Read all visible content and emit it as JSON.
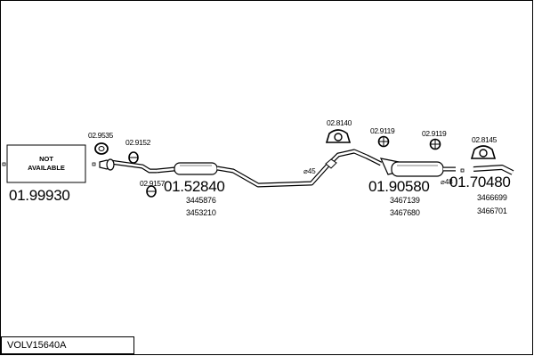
{
  "title": "VOLV15640A",
  "not_available": {
    "line1": "NOT",
    "line2": "AVAILABLE"
  },
  "main_parts": [
    {
      "id": "p1",
      "number": "01.99930"
    },
    {
      "id": "p2",
      "number": "01.52840",
      "oe": [
        "3445876",
        "3453210"
      ]
    },
    {
      "id": "p3",
      "number": "01.90580",
      "oe": [
        "3467139",
        "3467680"
      ]
    },
    {
      "id": "p4",
      "number": "01.70480",
      "oe": [
        "3466699",
        "3466701"
      ]
    }
  ],
  "accessories": [
    {
      "id": "a1",
      "number": "02.9535"
    },
    {
      "id": "a2",
      "number": "02.9152"
    },
    {
      "id": "a3",
      "number": "02.9157"
    },
    {
      "id": "a4",
      "number": "02.8140"
    },
    {
      "id": "a5",
      "number": "02.9119"
    },
    {
      "id": "a6",
      "number": "02.9119"
    },
    {
      "id": "a7",
      "number": "02.8145"
    }
  ],
  "pipe_sizes": [
    {
      "id": "s1",
      "label": "⌀45"
    },
    {
      "id": "s2",
      "label": "⌀48"
    }
  ]
}
